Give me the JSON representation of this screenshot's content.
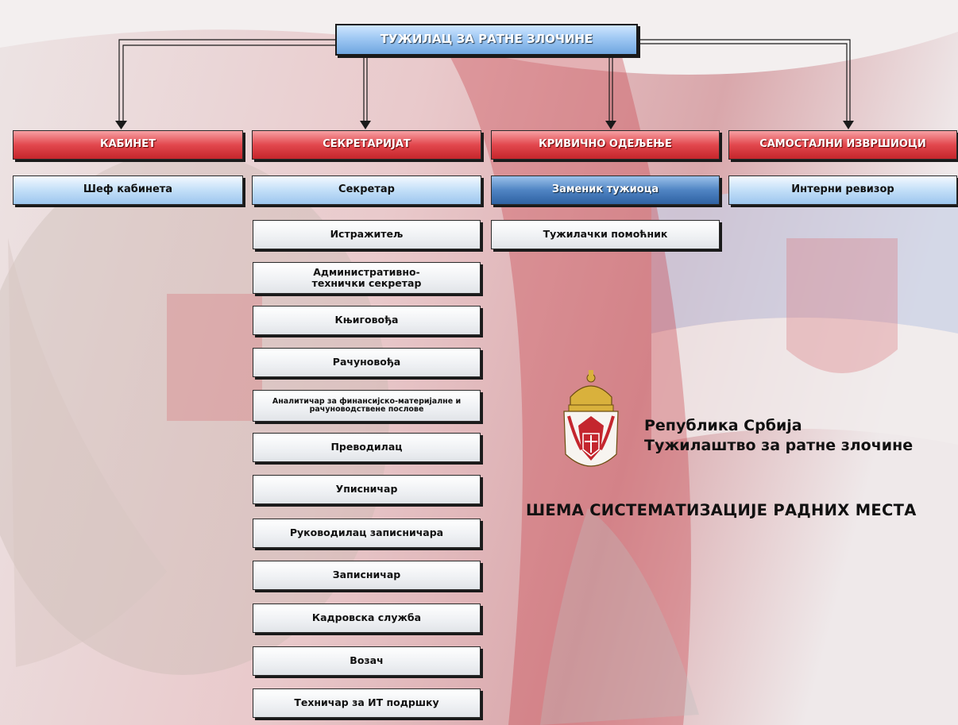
{
  "root": {
    "label": "ТУЖИЛАЦ ЗА РАТНЕ ЗЛОЧИНЕ"
  },
  "departments": [
    {
      "label": "КАБИНЕТ",
      "head": "Шеф кабинета",
      "head_style": "light",
      "staff": []
    },
    {
      "label": "СЕКРЕТАРИЈАТ",
      "head": "Секретар",
      "head_style": "light",
      "staff": [
        "Истражитељ",
        "Административно-технички секретар",
        "Књиговођа",
        "Рачуновођа",
        "Аналитичар за финансијско-материјалне и рачуноводствене послове",
        "Преводилац",
        "Уписничар",
        "Руководилац записничара",
        "Записничар",
        "Кадровска служба",
        "Возач",
        "Техничар за ИТ подршку"
      ]
    },
    {
      "label": "КРИВИЧНО ОДЕЉЕЊЕ",
      "head": "Заменик тужиоца",
      "head_style": "dark",
      "staff": [
        "Тужилачки помоћник"
      ]
    },
    {
      "label": "САМОСТАЛНИ ИЗВРШИОЦИ",
      "head": "Интерни ревизор",
      "head_style": "light",
      "staff": []
    }
  ],
  "institution": {
    "line1": "Република Србија",
    "line2": "Тужилаштво за ратне злочине"
  },
  "schema_title": "ШЕМА СИСТЕМАТИЗАЦИЈЕ РАДНИХ МЕСТА",
  "colors": {
    "department_header": "#d9363e",
    "head_light": "#c3dff8",
    "head_dark": "#4f84c3",
    "staff": "#ffffff"
  }
}
